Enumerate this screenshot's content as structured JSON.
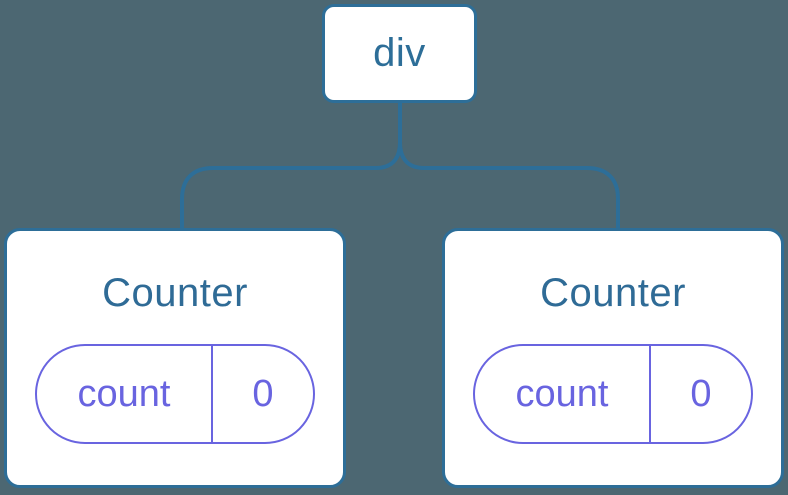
{
  "tree": {
    "root": {
      "label": "div"
    },
    "children": [
      {
        "title": "Counter",
        "state_key": "count",
        "state_value": "0"
      },
      {
        "title": "Counter",
        "state_key": "count",
        "state_value": "0"
      }
    ]
  },
  "colors": {
    "background": "#4C6772",
    "node_border_blue": "#2D6E98",
    "node_fill": "#FFFFFF",
    "title_text_blue": "#2F6B96",
    "state_accent_purple": "#6964E0"
  }
}
